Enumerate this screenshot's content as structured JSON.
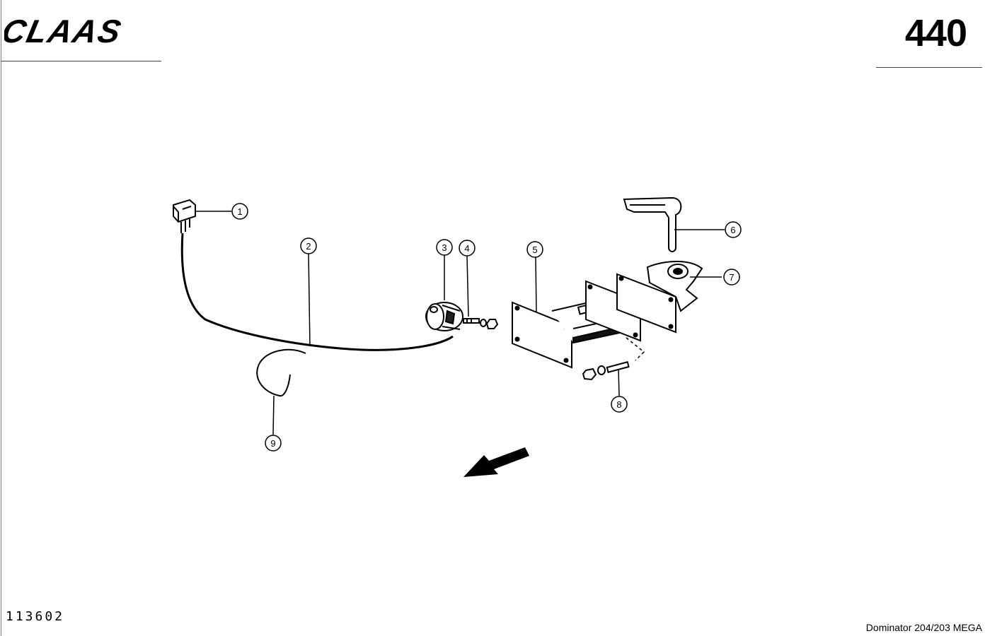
{
  "brand": {
    "logo_text": "CLAAS"
  },
  "page": {
    "number": "440"
  },
  "footer": {
    "drawing_number": "113602",
    "model": "Dominator 204/203 MEGA"
  },
  "callouts": [
    "1",
    "2",
    "3",
    "4",
    "5",
    "6",
    "7",
    "8",
    "9"
  ]
}
